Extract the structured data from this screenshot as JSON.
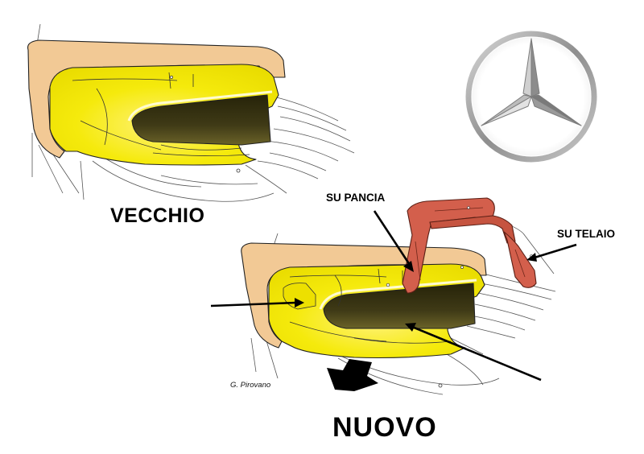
{
  "labels": {
    "old": "VECCHIO",
    "new": "NUOVO",
    "su_pancia": "SU PANCIA",
    "su_telaio": "SU TELAIO",
    "credit": "G. Pirovano"
  },
  "colors": {
    "tan_body": "#f2c995",
    "yellow_panel": "#f4ea00",
    "dark_intake": "#3a3516",
    "red_fin": "#d35f4c",
    "outline": "#222222",
    "logo_silver": "#a5a5a5"
  },
  "icons": {
    "logo": "mercedes-star-icon"
  }
}
